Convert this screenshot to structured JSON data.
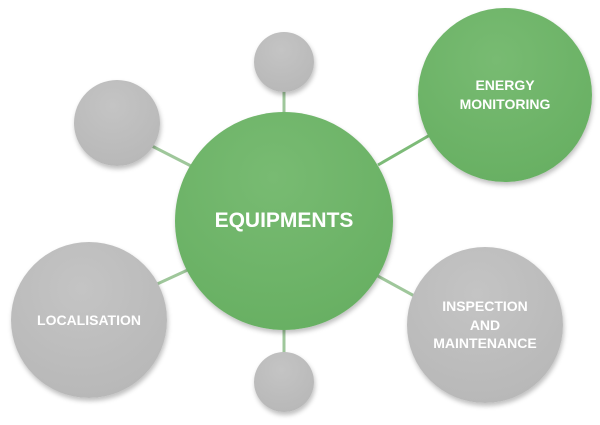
{
  "center": {
    "label": "EQUIPMENTS"
  },
  "nodes": {
    "energy": {
      "line1": "ENERGY",
      "line2": "MONITORING"
    },
    "localisation": {
      "label": "LOCALISATION"
    },
    "inspection": {
      "line1": "INSPECTION",
      "line2": "AND",
      "line3": "MAINTENANCE"
    }
  },
  "colors": {
    "green": "#6ab366",
    "gray": "#bdbdbd",
    "connector_green": "#7dbb78",
    "connector_gray": "#b0b0b0"
  }
}
